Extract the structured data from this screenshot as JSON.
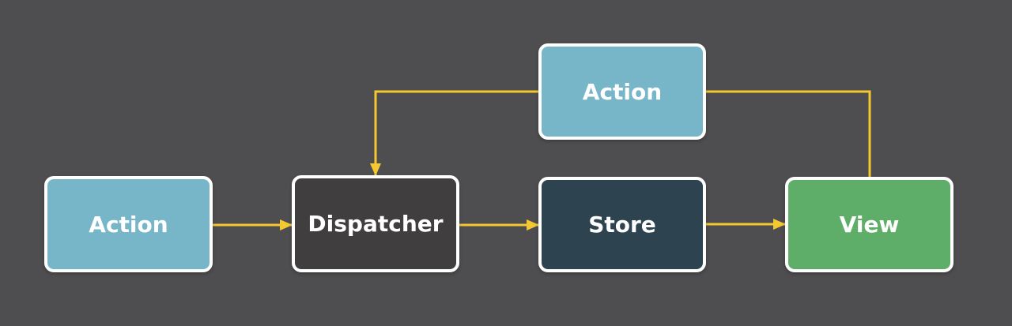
{
  "diagram": {
    "background": "#4e4e50",
    "connector_color": "#f5c731",
    "nodes": {
      "action_left": {
        "label": "Action",
        "fill": "#77b5c8"
      },
      "dispatcher": {
        "label": "Dispatcher",
        "fill": "#403e3f"
      },
      "store": {
        "label": "Store",
        "fill": "#2d4350"
      },
      "view": {
        "label": "View",
        "fill": "#5eae69"
      },
      "action_top": {
        "label": "Action",
        "fill": "#77b5c8"
      }
    },
    "edges": [
      {
        "from": "action_left",
        "to": "dispatcher"
      },
      {
        "from": "dispatcher",
        "to": "store"
      },
      {
        "from": "store",
        "to": "view"
      },
      {
        "from": "view",
        "to": "action_top"
      },
      {
        "from": "action_top",
        "to": "dispatcher"
      }
    ]
  }
}
